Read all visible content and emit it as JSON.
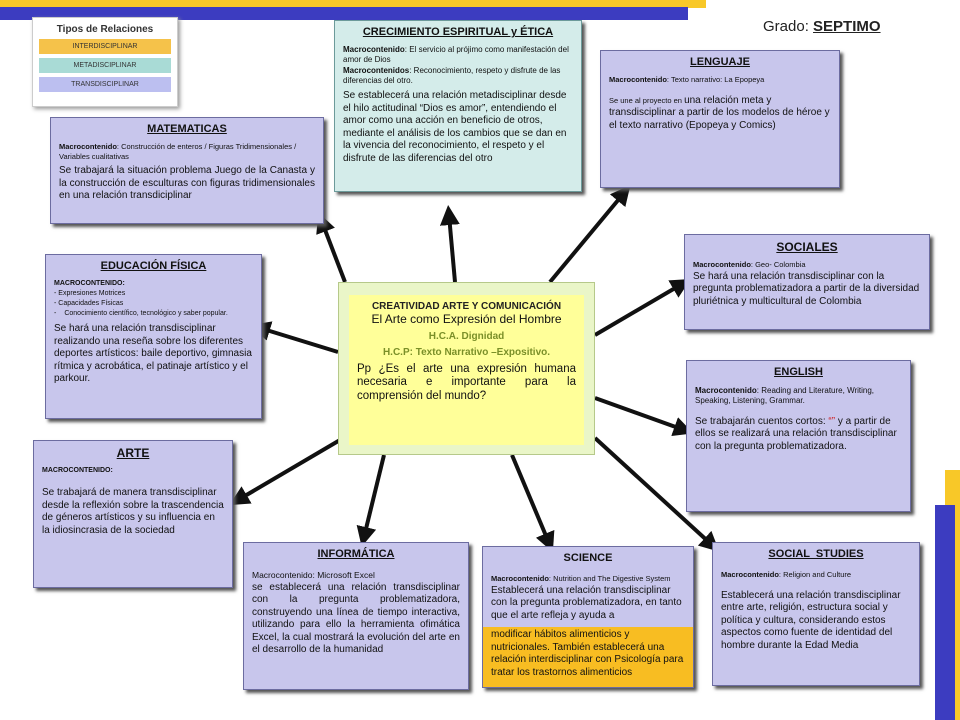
{
  "legend": {
    "title": "Tipos de Relaciones",
    "items": [
      {
        "label": "INTERDISCIPLINAR",
        "color": "#f5c24a"
      },
      {
        "label": "METADISCIPLINAR",
        "color": "#a9dbd6"
      },
      {
        "label": "TRANSDISCIPLINAR",
        "color": "#bcbff0"
      }
    ]
  },
  "grade": {
    "label": "Grado:",
    "value": "SEPTIMO"
  },
  "center": {
    "title": "CREATIVIDAD ARTE Y COMUNICACIÓN",
    "subtitle": "El Arte como Expresión del Hombre",
    "hca": "H.C.A. Dignidad",
    "hcp": "H.C.P: Texto Narrativo –Expositivo.",
    "question": "Pp ¿Es el arte una expresión humana necesaria e importante para la comprensión del mundo?"
  },
  "crecimiento": {
    "title": "CRECIMIENTO ESPIRITUAL y ÉTICA",
    "mc1_label": "Macrocontenido",
    "mc1": ": El servicio al prójimo como manifestación del amor de Dios",
    "mc2_label": "Macrocontenidos",
    "mc2": ": Reconocimiento, respeto y disfrute de las diferencias del otro.",
    "text": "Se establecerá una relación metadisciplinar desde el hilo actitudinal “Dios es amor”, entendiendo el amor como una acción en beneficio de otros, mediante el análisis de los cambios que se dan en la vivencia del reconocimiento, el respeto y el disfrute de las diferencias del otro"
  },
  "lenguaje": {
    "title": "LENGUAJE",
    "mc_label": "Macrocontenido",
    "mc": ": Texto narrativo: La Epopeya",
    "text_lead": "Se une al proyecto en ",
    "text": "una relación meta y transdisciplinar a partir de los modelos de héroe y el texto narrativo (Epopeya y Comics)"
  },
  "matematicas": {
    "title": "MATEMATICAS",
    "mc_label": "Macrocontenido",
    "mc": ": Construcción de enteros / Figuras Tridimensionales / Variables cualitativas",
    "text": "Se trabajará la situación problema Juego de la Canasta y la construcción de esculturas con figuras tridimensionales en una relación transdiciplinar"
  },
  "sociales": {
    "title": "SOCIALES",
    "mc_label": "Macrocontenido",
    "mc": ": Geo- Colombia",
    "text": "Se hará una relación transdisciplinar con la pregunta problematizadora a partir de la diversidad pluriétnica y multicultural de Colombia"
  },
  "educacion": {
    "title": "EDUCACIÓN FÍSICA",
    "mc_head": "MACROCONTENIDO:",
    "mc_items": [
      "- Expresiones Motrices",
      "- Capacidades Físicas",
      "Conocimiento científico, tecnológico y saber popular."
    ],
    "text": "Se hará una relación transdisciplinar realizando una reseña sobre los diferentes deportes artísticos: baile deportivo, gimnasia rítmica y acrobática, el patinaje artístico y el parkour."
  },
  "english": {
    "title": "ENGLISH",
    "mc_label": "Macrocontenido",
    "mc": ": Reading and Literature, Writing, Speaking, Listening, Grammar.",
    "text_lead": "Se trabajarán cuentos cortos: ",
    "quote": "“”",
    "text": " y a partir de ellos se realizará una relación transdisciplinar con la pregunta problematizadora."
  },
  "arte": {
    "title": "ARTE",
    "mc_head": "MACROCONTENIDO:",
    "text": "Se trabajará de manera transdisciplinar desde la reflexión sobre la trascendencia de géneros artísticos y su influencia en la idiosincrasia de la sociedad"
  },
  "informatica": {
    "title": "INFORMÁTICA",
    "mc_label": "Macrocontenido",
    "mc": ": Microsoft Excel",
    "text": "se establecerá una relación transdisciplinar con la pregunta problematizadora, construyendo una línea de tiempo interactiva, utilizando para ello la herramienta ofimática Excel, la cual mostrará la evolución del arte en el desarrollo de la humanidad"
  },
  "science": {
    "title": "SCIENCE",
    "mc_label": "Macrocontenido",
    "mc": ": Nutrition and The Digestive System",
    "text1": "Establecerá una relación transdisciplinar con la pregunta problematizadora, en tanto que el arte refleja y ayuda a",
    "text2": "modificar hábitos alimenticios y nutricionales. También establecerá una relación interdisciplinar con Psicología para tratar los trastornos alimenticios"
  },
  "social_studies": {
    "title": "SOCIAL  STUDIES",
    "mc_label": "Macrocontenido",
    "mc": ": Religion and Culture",
    "text": "Establecerá una relación transdisciplinar entre arte, religión, estructura social y política y cultura, considerando estos aspectos como fuente de identidad del hombre durante la Edad Media"
  },
  "colors": {
    "trans_box": "#c8c6ec",
    "meta_box": "#d4ecea",
    "inter_box": "#f8bd22",
    "center_outer": "#eaf6c8",
    "center_inner": "#ffff99",
    "center_accent": "#7a8f28",
    "top_bar": "#4040c8",
    "accent_yellow": "#f8c828"
  }
}
